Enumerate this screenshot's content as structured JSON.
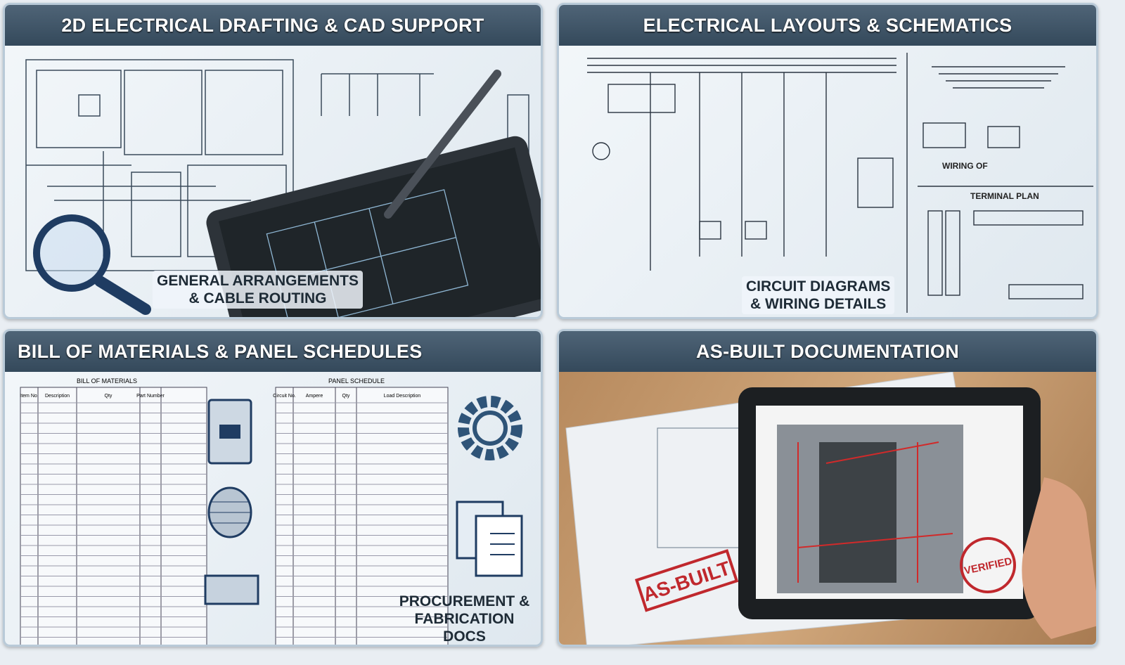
{
  "panels": [
    {
      "title": "2D ELECTRICAL DRAFTING & CAD SUPPORT",
      "caption": [
        "GENERAL ARRANGEMENTS",
        "& CABLE ROUTING"
      ]
    },
    {
      "title": "ELECTRICAL LAYOUTS & SCHEMATICS",
      "caption": [
        "CIRCUIT DIAGRAMS",
        "& WIRING DETAILS"
      ],
      "labels": {
        "wiring": "WIRING OF",
        "terminal": "TERMINAL PLAN"
      }
    },
    {
      "title": "BILL OF MATERIALS & PANEL SCHEDULES",
      "caption": [
        "PROCUREMENT &",
        "FABRICATION DOCS"
      ],
      "bom_title": "BILL OF MATERIALS",
      "panel_title": "PANEL SCHEDULE",
      "bom_headers": [
        "Item No.",
        "Description",
        "Qty",
        "Part Number"
      ],
      "panel_headers": [
        "Circuit No.",
        "Ampere",
        "Qty",
        "Load Description"
      ]
    },
    {
      "title": "AS-BUILT DOCUMENTATION",
      "stamps": {
        "asbuilt": "AS-BUILT",
        "verified": "VERIFIED"
      }
    }
  ]
}
